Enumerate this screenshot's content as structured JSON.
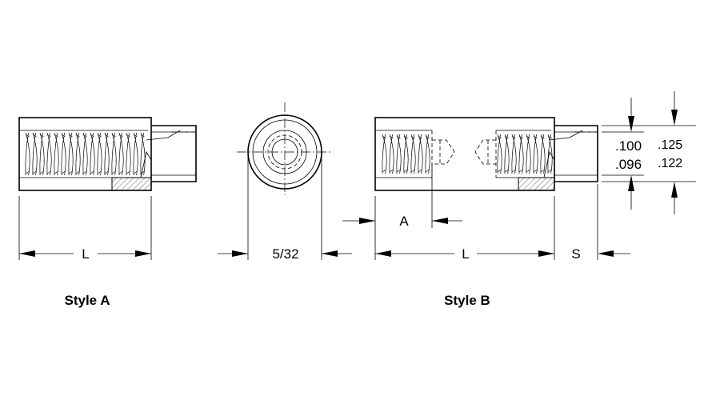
{
  "labels": {
    "style_a_length": "L",
    "diameter": "5/32",
    "style_b_depth": "A",
    "style_b_length": "L",
    "stud_length": "S",
    "stud_dia_max": ".100",
    "stud_dia_min": ".096",
    "hole_dia_max": ".125",
    "hole_dia_min": ".122"
  },
  "captions": {
    "style_a": "Style A",
    "style_b": "Style B"
  }
}
